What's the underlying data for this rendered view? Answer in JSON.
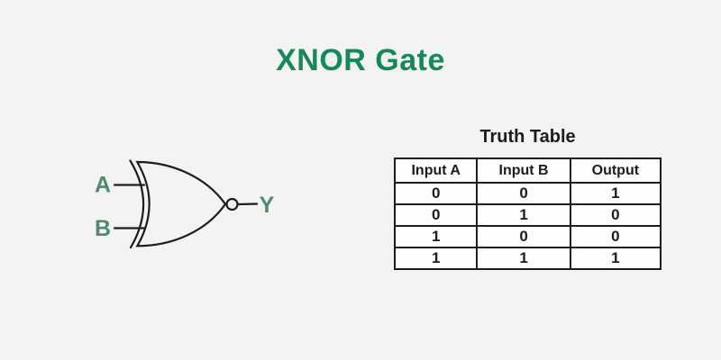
{
  "page": {
    "title": "XNOR Gate",
    "background": "#f2f3f2"
  },
  "colors": {
    "title_green": "#16895a",
    "label_green": "#4e8c6e",
    "line_dark": "#1d1d1d",
    "table_cell_bg": "#fdfdfd"
  },
  "gate": {
    "type": "XNOR",
    "input_a_label": "A",
    "input_b_label": "B",
    "output_label": "Y"
  },
  "truth_table": {
    "title": "Truth Table",
    "headers": [
      "Input A",
      "Input B",
      "Output"
    ],
    "rows": [
      [
        "0",
        "0",
        "1"
      ],
      [
        "0",
        "1",
        "0"
      ],
      [
        "1",
        "0",
        "0"
      ],
      [
        "1",
        "1",
        "1"
      ]
    ]
  }
}
